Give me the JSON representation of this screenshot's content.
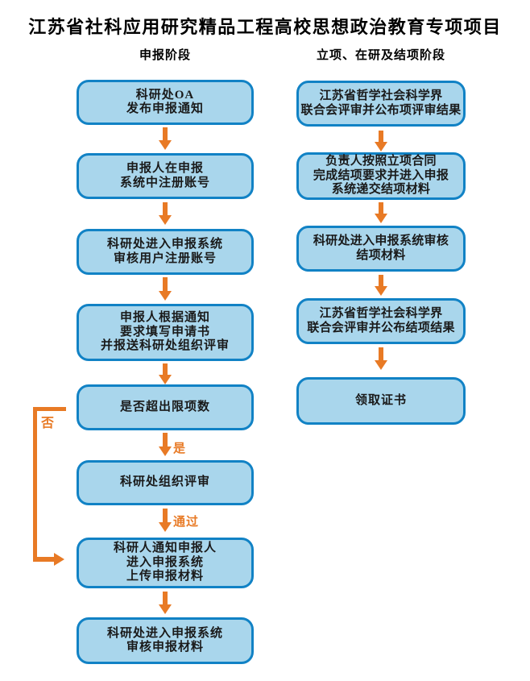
{
  "title": "江苏省社科应用研究精品工程高校思想政治教育专项项目",
  "colors": {
    "box_fill": "#A9D6EC",
    "box_border": "#1182C5",
    "arrow": "#E87A25",
    "text": "#1A1A1A"
  },
  "columns": {
    "left": {
      "header": "申报阶段",
      "nodes": [
        {
          "lines": [
            "科研处OA",
            "发布申报通知"
          ]
        },
        {
          "lines": [
            "申报人在申报",
            "系统中注册账号"
          ]
        },
        {
          "lines": [
            "科研处进入申报系统",
            "审核用户注册账号"
          ]
        },
        {
          "lines": [
            "申报人根据通知",
            "要求填写申请书",
            "并报送科研处组织评审"
          ]
        },
        {
          "lines": [
            "是否超出限项数"
          ]
        },
        {
          "lines": [
            "科研处组织评审"
          ]
        },
        {
          "lines": [
            "科研人通知申报人",
            "进入申报系统",
            "上传申报材料"
          ]
        },
        {
          "lines": [
            "科研处进入申报系统",
            "审核申报材料"
          ]
        }
      ],
      "edge_labels": {
        "yes": "是",
        "pass": "通过",
        "no": "否"
      }
    },
    "right": {
      "header": "立项、在研及结项阶段",
      "nodes": [
        {
          "lines": [
            "江苏省哲学社会科学界",
            "联合会评审并公布项评审结果"
          ]
        },
        {
          "lines": [
            "负责人按照立项合同",
            "完成结项要求并进入申报",
            "系统递交结项材料"
          ]
        },
        {
          "lines": [
            "科研处进入申报系统审核",
            "结项材料"
          ]
        },
        {
          "lines": [
            "江苏省哲学社会科学界",
            "联合会评审并公布结项结果"
          ]
        },
        {
          "lines": [
            "领取证书"
          ]
        }
      ]
    }
  }
}
